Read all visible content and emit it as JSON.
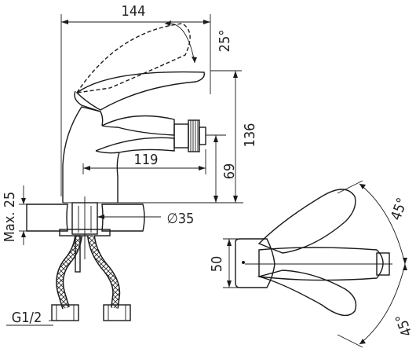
{
  "dimensions": {
    "width_total": "144",
    "angle_lever_side": "25°",
    "height_total": "136",
    "spout_reach": "119",
    "spout_height": "69",
    "max_thickness": "Max. 25",
    "hole_diameter": "∅35",
    "body_width": "50",
    "rotation_upper": "45°",
    "rotation_lower": "45°",
    "thread": "G1/2"
  }
}
